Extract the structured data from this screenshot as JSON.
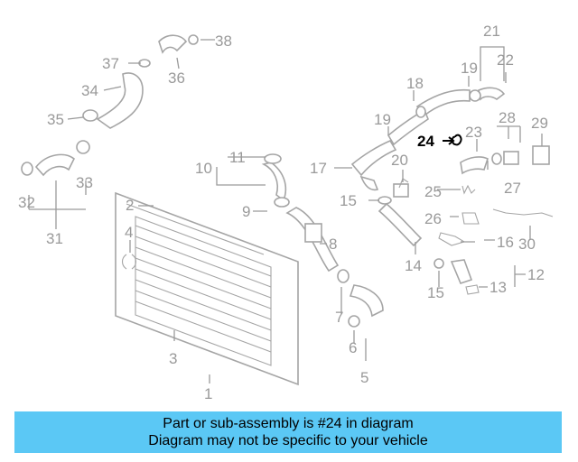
{
  "diagram": {
    "part_numbers": [
      "1",
      "2",
      "3",
      "4",
      "5",
      "6",
      "7",
      "8",
      "9",
      "10",
      "11",
      "12",
      "13",
      "14",
      "15",
      "15",
      "16",
      "17",
      "18",
      "19",
      "19",
      "20",
      "21",
      "22",
      "23",
      "24",
      "25",
      "26",
      "27",
      "28",
      "29",
      "30",
      "31",
      "32",
      "33",
      "34",
      "35",
      "36",
      "37",
      "38"
    ],
    "highlighted_part": "24",
    "colors": {
      "line": "#a5a5a5",
      "text": "#9a9a9a",
      "highlight": "#000000"
    }
  },
  "banner": {
    "line1": "Part or sub-assembly is #24 in diagram",
    "line2": "Diagram may not be specific to your vehicle",
    "color": "#5bc8f5"
  }
}
